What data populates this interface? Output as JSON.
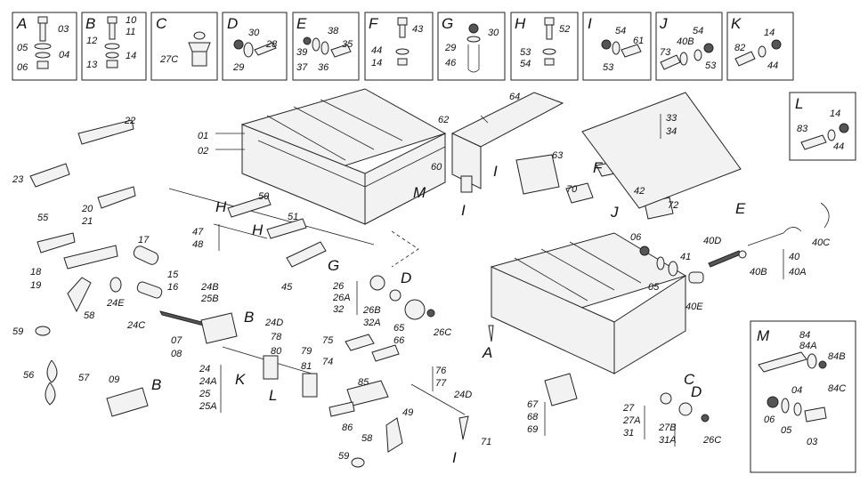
{
  "legend_boxes": [
    {
      "key": "A",
      "labels": [
        "03",
        "05",
        "04",
        "06"
      ]
    },
    {
      "key": "B",
      "labels": [
        "10",
        "11",
        "12",
        "13",
        "14"
      ]
    },
    {
      "key": "C",
      "labels": [
        "27C"
      ]
    },
    {
      "key": "D",
      "labels": [
        "30",
        "28",
        "29"
      ]
    },
    {
      "key": "E",
      "labels": [
        "38",
        "39",
        "37",
        "36",
        "35"
      ]
    },
    {
      "key": "F",
      "labels": [
        "43",
        "44",
        "14"
      ]
    },
    {
      "key": "G",
      "labels": [
        "30",
        "29",
        "46"
      ]
    },
    {
      "key": "H",
      "labels": [
        "52",
        "53",
        "54"
      ]
    },
    {
      "key": "I",
      "labels": [
        "54",
        "61",
        "53"
      ]
    },
    {
      "key": "J",
      "labels": [
        "54",
        "40B",
        "73",
        "53"
      ]
    },
    {
      "key": "K",
      "labels": [
        "14",
        "82",
        "44"
      ]
    },
    {
      "key": "L",
      "labels": [
        "14",
        "83",
        "44"
      ]
    },
    {
      "key": "M",
      "labels": [
        "84",
        "84A",
        "84B",
        "84C",
        "06",
        "05",
        "04",
        "03"
      ]
    }
  ],
  "callouts": {
    "c01": "01",
    "c02": "02",
    "c22": "22",
    "c23": "23",
    "c20": "20",
    "c21": "21",
    "c55": "55",
    "c17": "17",
    "c18": "18",
    "c19": "19",
    "c15": "15",
    "c16": "16",
    "c24E": "24E",
    "c58a": "58",
    "c59a": "59",
    "c24C": "24C",
    "c24B": "24B",
    "c25B": "25B",
    "c07": "07",
    "c08": "08",
    "cB1": "B",
    "c24D": "24D",
    "c56": "56",
    "c57": "57",
    "c09": "09",
    "cB2": "B",
    "c24": "24",
    "c24A": "24A",
    "c25": "25",
    "c25A": "25A",
    "cK": "K",
    "c78": "78",
    "c80": "80",
    "c79": "79",
    "c81": "81",
    "cL": "L",
    "c85": "85",
    "c86": "86",
    "c47": "47",
    "c48": "48",
    "cH1": "H",
    "c50": "50",
    "cH2": "H",
    "c51": "51",
    "cG": "G",
    "c45": "45",
    "cM1": "M",
    "c26": "26",
    "c26A": "26A",
    "c32": "32",
    "cD1": "D",
    "c26B": "26B",
    "c32A": "32A",
    "c65": "65",
    "c66": "66",
    "c26C1": "26C",
    "c75": "75",
    "c74": "74",
    "c76": "76",
    "c77": "77",
    "c24D2": "24D",
    "c49": "49",
    "c58b": "58",
    "c59b": "59",
    "cI1": "I",
    "c71": "71",
    "c62": "62",
    "c64": "64",
    "c60": "60",
    "cI2": "I",
    "cI3": "I",
    "c63": "63",
    "cF": "F",
    "c70": "70",
    "c42": "42",
    "cJ": "J",
    "c72": "72",
    "c33": "33",
    "c34": "34",
    "cE": "E",
    "c06": "06",
    "c05": "05",
    "c41": "41",
    "c40D": "40D",
    "c40E": "40E",
    "c40B": "40B",
    "c40": "40",
    "c40A": "40A",
    "c40C": "40C",
    "cA": "A",
    "c67": "67",
    "c68": "68",
    "c69": "69",
    "cC": "C",
    "cD2": "D",
    "c27": "27",
    "c27A": "27A",
    "c31": "31",
    "c27B": "27B",
    "c31A": "31A",
    "c26C2": "26C"
  }
}
